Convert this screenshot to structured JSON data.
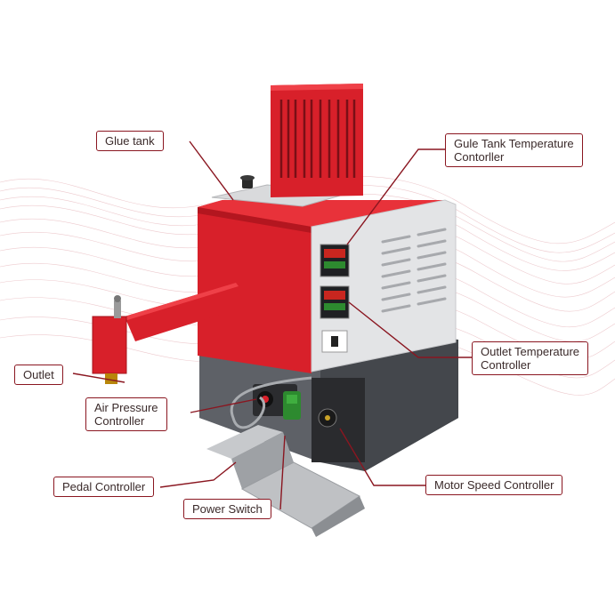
{
  "callouts": {
    "glue_tank": "Glue tank",
    "tank_temp_line1": "Gule Tank Temperature",
    "tank_temp_line2": "Contorller",
    "outlet": "Outlet",
    "air_line1": "Air Pressure",
    "air_line2": "Controller",
    "outlet_temp_line1": "Outlet Temperature",
    "outlet_temp_line2": "Controller",
    "pedal": "Pedal Controller",
    "power": "Power Switch",
    "motor": "Motor Speed Controller"
  },
  "colors": {
    "machine_red": "#d8202a",
    "dark_red": "#8a1620",
    "label_border": "#8a1620",
    "wave_pink": "#e7b8bd",
    "base_grey": "#5a5d62",
    "panel_grey": "#e3e4e6",
    "pedal_grey": "#b9bbbe"
  }
}
